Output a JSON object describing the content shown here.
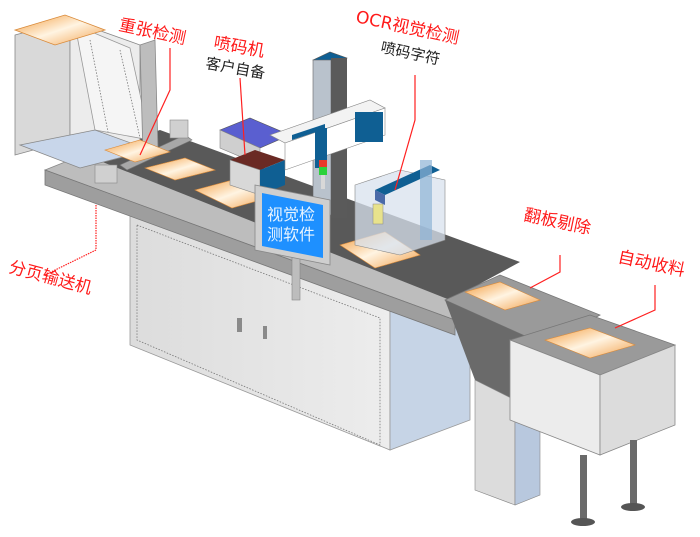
{
  "diagram": {
    "title": "Vision inspection conveyor line",
    "labels": {
      "double_sheet_detection": "重张检测",
      "inkjet_printer": "喷码机",
      "customer_supplied": "客户自备",
      "ocr_vision_detection": "OCR视觉检测",
      "inkjet_characters": "喷码字符",
      "flip_reject": "翻板剔除",
      "auto_collect": "自动收料",
      "paging_conveyor": "分页输送机"
    },
    "screen": {
      "line1": "视觉检",
      "line2": "测软件"
    },
    "colors": {
      "label_red": "#ff1a1a",
      "frame_blue": "#0f5f93",
      "screen_blue": "#1e90ff",
      "belt_dark": "#595959",
      "cabinet_light": "#e6e6e6",
      "panel_blue": "#c6d4e6",
      "sheet_orange": "#f6b36a",
      "printer_top": "#5a5fd0",
      "printer_box": "#6a2a24"
    }
  }
}
